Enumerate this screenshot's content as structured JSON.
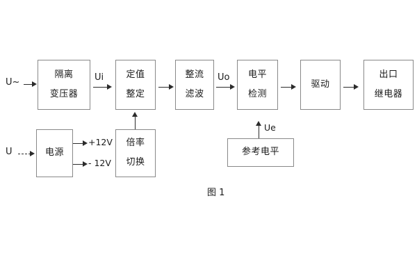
{
  "figure": {
    "caption": "图 1"
  },
  "inputs": [
    {
      "label": "U~",
      "name": "ac-input-label"
    },
    {
      "label": "U",
      "name": "dc-input-label"
    }
  ],
  "signals": [
    {
      "label": "Ui",
      "name": "signal-ui"
    },
    {
      "label": "Uo",
      "name": "signal-uo"
    },
    {
      "label": "Ue",
      "name": "signal-ue"
    }
  ],
  "supply_rails": [
    {
      "label": "+12V",
      "name": "rail-positive-12v"
    },
    {
      "label": "- 12V",
      "name": "rail-negative-12v"
    }
  ],
  "blocks": {
    "isolation_transformer": {
      "line1": "隔离",
      "line2": "变压器"
    },
    "setting_value": {
      "line1": "定值",
      "line2": "整定"
    },
    "rectify_filter": {
      "line1": "整流",
      "line2": "滤波"
    },
    "level_detect": {
      "line1": "电平",
      "line2": "检测"
    },
    "drive": {
      "line1": "驱动"
    },
    "output_relay": {
      "line1": "出口",
      "line2": "继电器"
    },
    "power_supply": {
      "line1": "电源"
    },
    "multiplier_switch": {
      "line1": "倍率",
      "line2": "切换"
    },
    "reference_level": {
      "line1": "参考电平"
    }
  },
  "colors": {
    "box_border": "#888888",
    "line": "#2b2b2b",
    "text": "#1a1a1a",
    "background": "#ffffff"
  }
}
